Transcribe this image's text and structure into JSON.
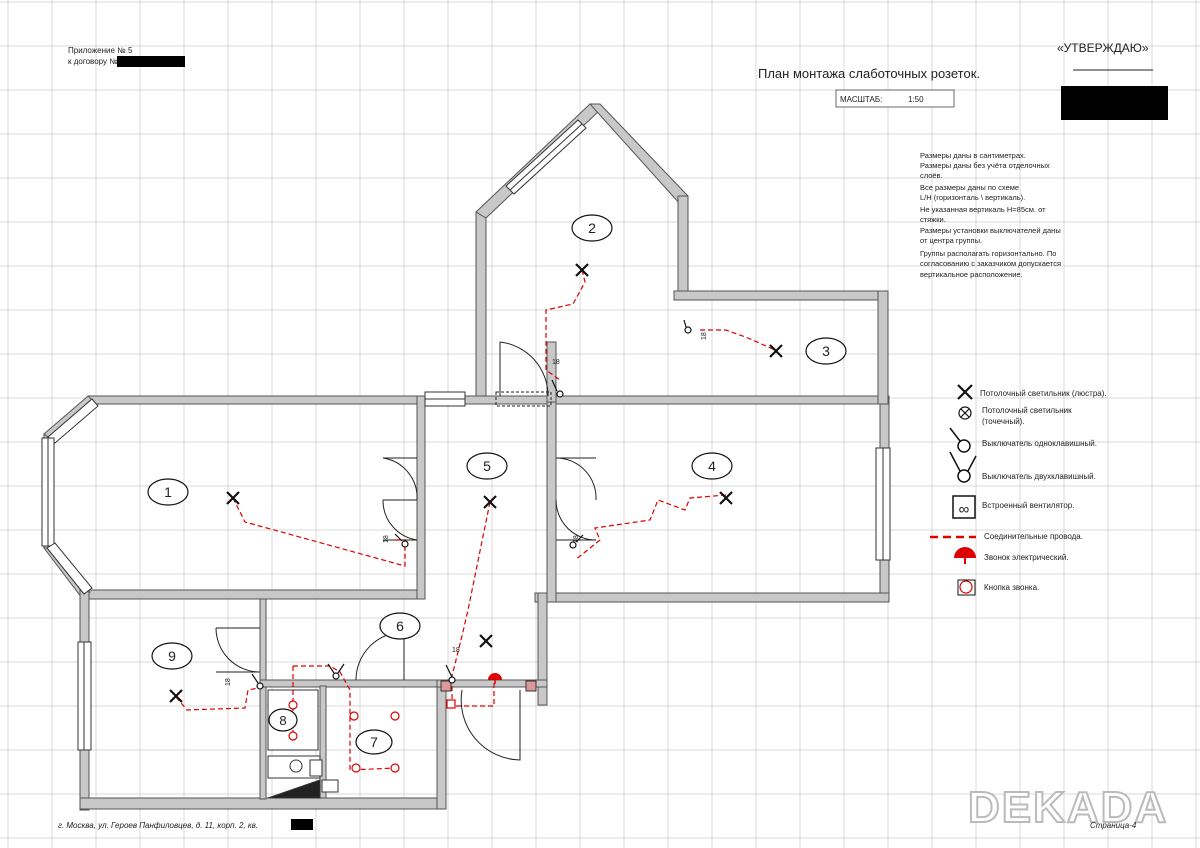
{
  "header": {
    "appendix": "Приложение № 5",
    "contract": "к договору №",
    "approve": "«УТВЕРЖДАЮ»",
    "title": "План монтажа слаботочных  розеток.",
    "scale_label": "МАСШТАБ:",
    "scale_value": "1:50"
  },
  "notes": [
    "Размеры даны в сантиметрах.",
    "Размеры даны без учёта отделочных",
    "слоёв.",
    "Все размеры даны по схеме",
    "L/H (горизонталь \\ вертикаль).",
    "Не указанная вертикаль H=85см. от",
    "стяжки.",
    "Размеры установки выключателей даны",
    "от центра группы.",
    " Группы располагать горизонтально. По",
    "согласованию с заказчиком допускается",
    "вертикальное расположение."
  ],
  "rooms": [
    "1",
    "2",
    "3",
    "4",
    "5",
    "6",
    "7",
    "8",
    "9"
  ],
  "dims": {
    "switch_height": "18"
  },
  "legend": [
    {
      "icon": "ceiling-lamp-icon",
      "text": "Потолочный светильник (люстра)."
    },
    {
      "icon": "spot-lamp-icon",
      "text": "Потолочный светильник\n(точечный)."
    },
    {
      "icon": "single-switch-icon",
      "text": "Выключатель одноклавишный."
    },
    {
      "icon": "double-switch-icon",
      "text": "Выключатель двухклавишный."
    },
    {
      "icon": "fan-icon",
      "text": "Встроенный вентилятор."
    },
    {
      "icon": "wire-icon",
      "text": "Соединительные провода."
    },
    {
      "icon": "bell-icon",
      "text": "Звонок электрический."
    },
    {
      "icon": "bell-button-icon",
      "text": "Кнопка звонка."
    }
  ],
  "footer": {
    "address": "г. Москва, ул. Героев Панфиловцев, д. 11, корп. 2, кв.",
    "brand": "DEKADA",
    "page": "Страница-4"
  },
  "colors": {
    "wire": "#dd0000",
    "wall": "#c8c8c8",
    "grid": "#d8d8d8"
  }
}
